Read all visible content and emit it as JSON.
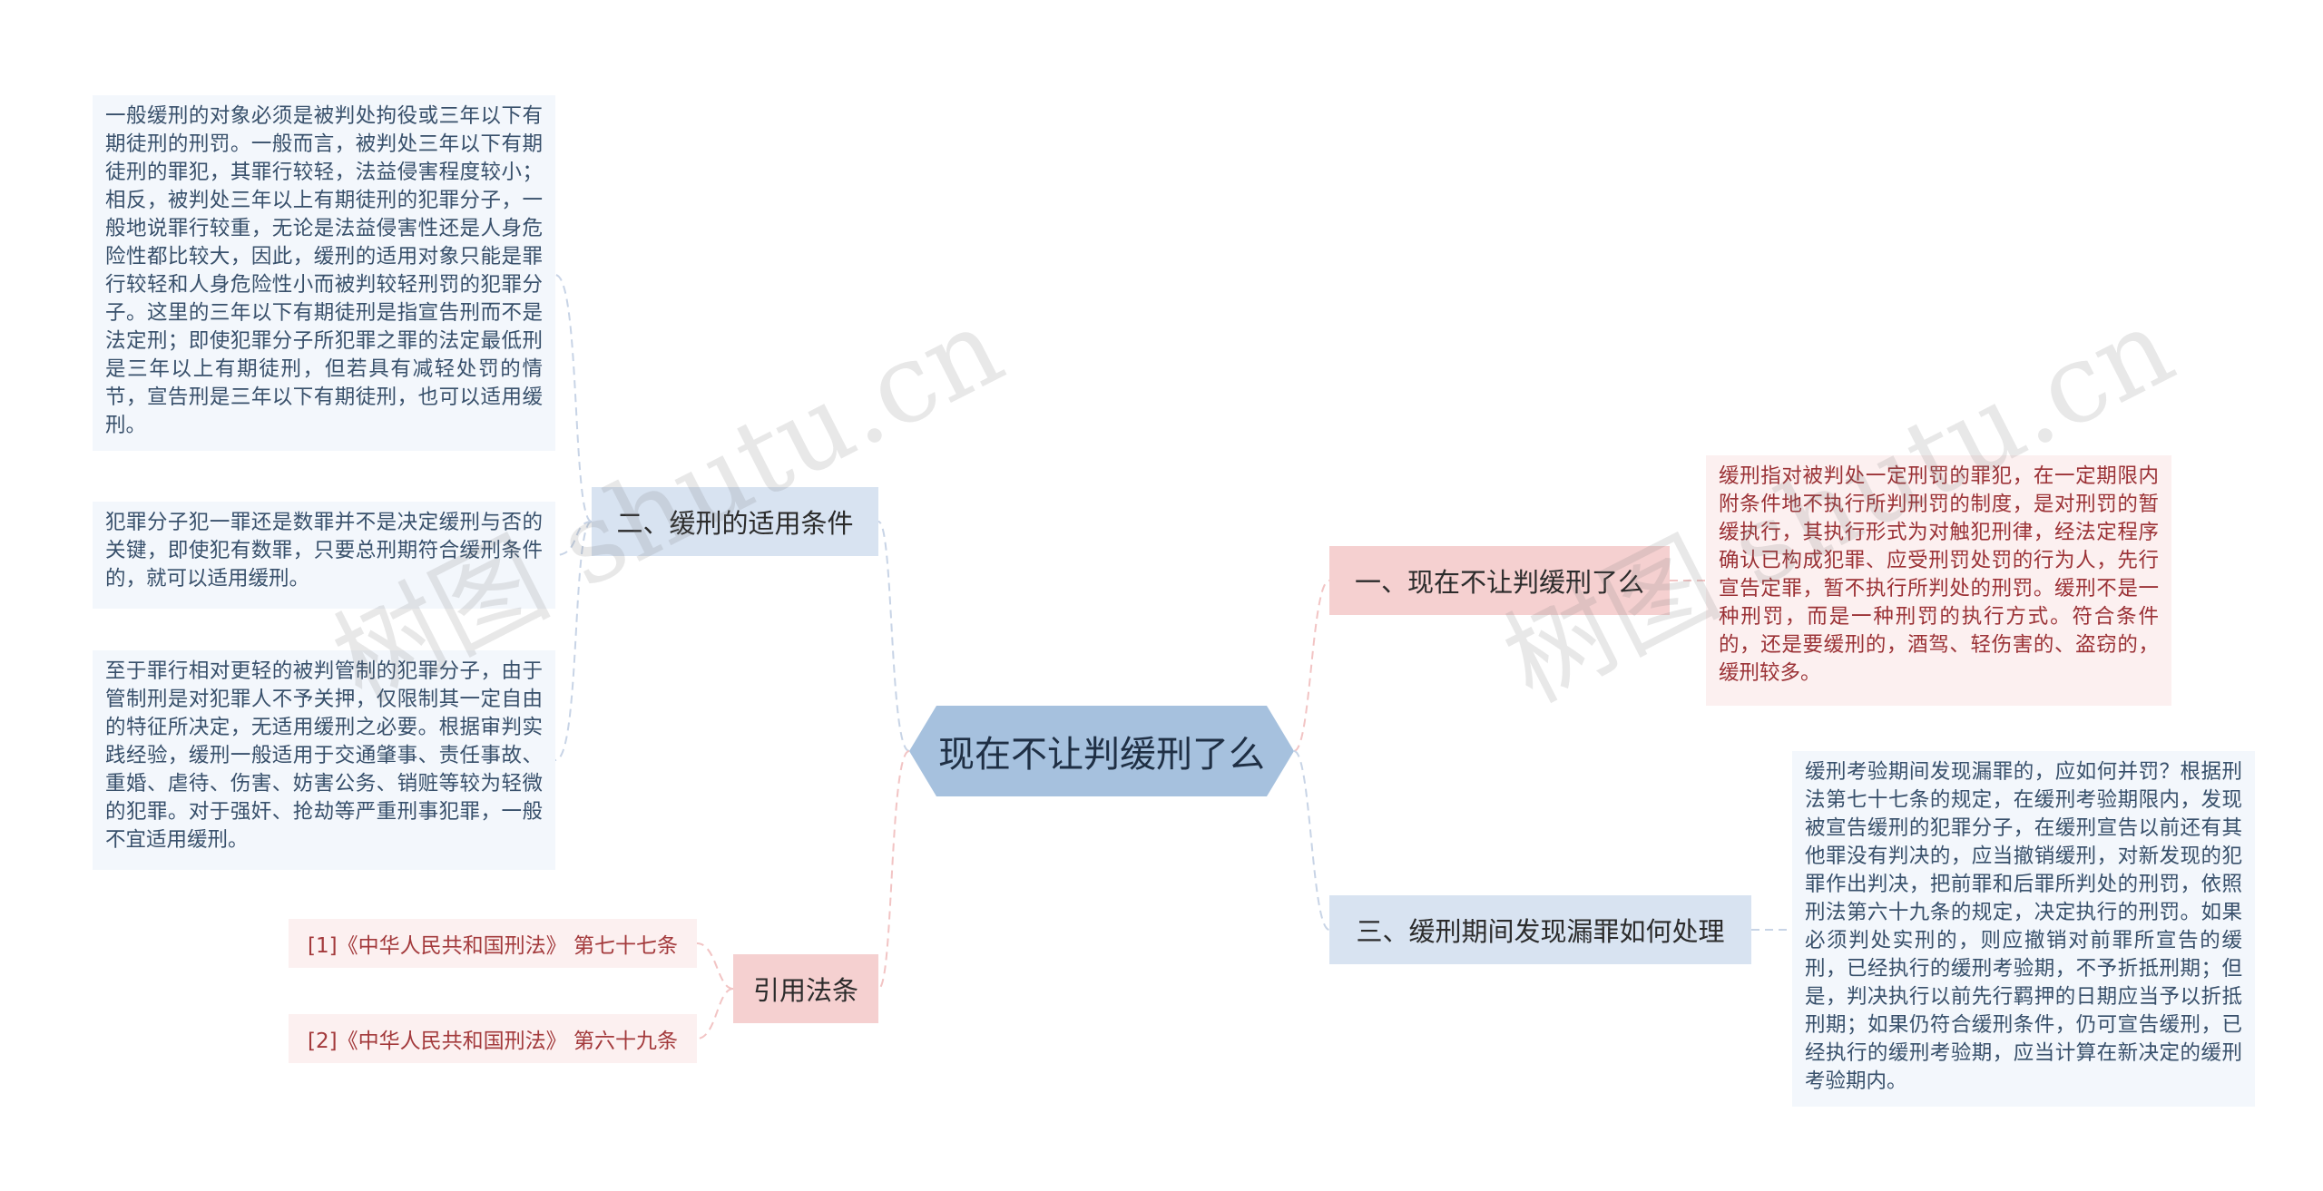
{
  "root": {
    "label": "现在不让判缓刑了么"
  },
  "branches": {
    "b1": {
      "label": "一、现在不让判缓刑了么",
      "text": "缓刑指对被判处一定刑罚的罪犯，在一定期限内附条件地不执行所判刑罚的制度，是对刑罚的暂缓执行，其执行形式为对触犯刑律，经法定程序确认已构成犯罪、应受刑罚处罚的行为人，先行宣告定罪，暂不执行所判处的刑罚。缓刑不是一种刑罚，而是一种刑罚的执行方式。符合条件的，还是要缓刑的，酒驾、轻伤害的、盗窃的，缓刑较多。"
    },
    "b2": {
      "label": "二、缓刑的适用条件",
      "texts": [
        " 一般缓刑的对象必须是被判处拘役或三年以下有期徒刑的刑罚。一般而言，被判处三年以下有期徒刑的罪犯，其罪行较轻，法益侵害程度较小；相反，被判处三年以上有期徒刑的犯罪分子，一般地说罪行较重，无论是法益侵害性还是人身危险性都比较大，因此，缓刑的适用对象只能是罪行较轻和人身危险性小而被判较轻刑罚的犯罪分子。这里的三年以下有期徒刑是指宣告刑而不是法定刑；即使犯罪分子所犯罪之罪的法定最低刑是三年以上有期徒刑，但若具有减轻处罚的情节，宣告刑是三年以下有期徒刑，也可以适用缓刑。",
        "犯罪分子犯一罪还是数罪并不是决定缓刑与否的关键，即使犯有数罪，只要总刑期符合缓刑条件的，就可以适用缓刑。",
        "至于罪行相对更轻的被判管制的犯罪分子，由于管制刑是对犯罪人不予关押，仅限制其一定自由的特征所决定，无适用缓刑之必要。根据审判实践经验，缓刑一般适用于交通肇事、责任事故、重婚、虐待、伤害、妨害公务、销赃等较为轻微的犯罪。对于强奸、抢劫等严重刑事犯罪，一般不宜适用缓刑。"
      ]
    },
    "b3": {
      "label": "三、缓刑期间发现漏罪如何处理",
      "text": "缓刑考验期间发现漏罪的，应如何并罚？根据刑法第七十七条的规定，在缓刑考验期限内，发现被宣告缓刑的犯罪分子，在缓刑宣告以前还有其他罪没有判决的，应当撤销缓刑，对新发现的犯罪作出判决，把前罪和后罪所判处的刑罚，依照刑法第六十九条的规定，决定执行的刑罚。如果必须判处实刑的，则应撤销对前罪所宣告的缓刑，已经执行的缓刑考验期，不予折抵刑期；但是，判决执行以前先行羁押的日期应当予以折抵刑期；如果仍符合缓刑条件，仍可宣告缓刑，已经执行的缓刑考验期，应当计算在新决定的缓刑考验期内。"
    },
    "b4": {
      "label": "引用法条",
      "refs": [
        "[1]《中华人民共和国刑法》 第七十七条",
        "[2]《中华人民共和国刑法》 第六十九条"
      ]
    }
  },
  "watermarks": [
    "树图 shutu.cn",
    "树图 shutu.cn"
  ],
  "colors": {
    "root_fill": "#a6c1de",
    "blue_branch": "#d8e3f1",
    "pink_branch": "#f5d0d0",
    "blue_leaf": "#f3f7fc",
    "red_leaf": "#fcf0f0",
    "blue_text": "#38506b",
    "red_text": "#9b3236"
  }
}
